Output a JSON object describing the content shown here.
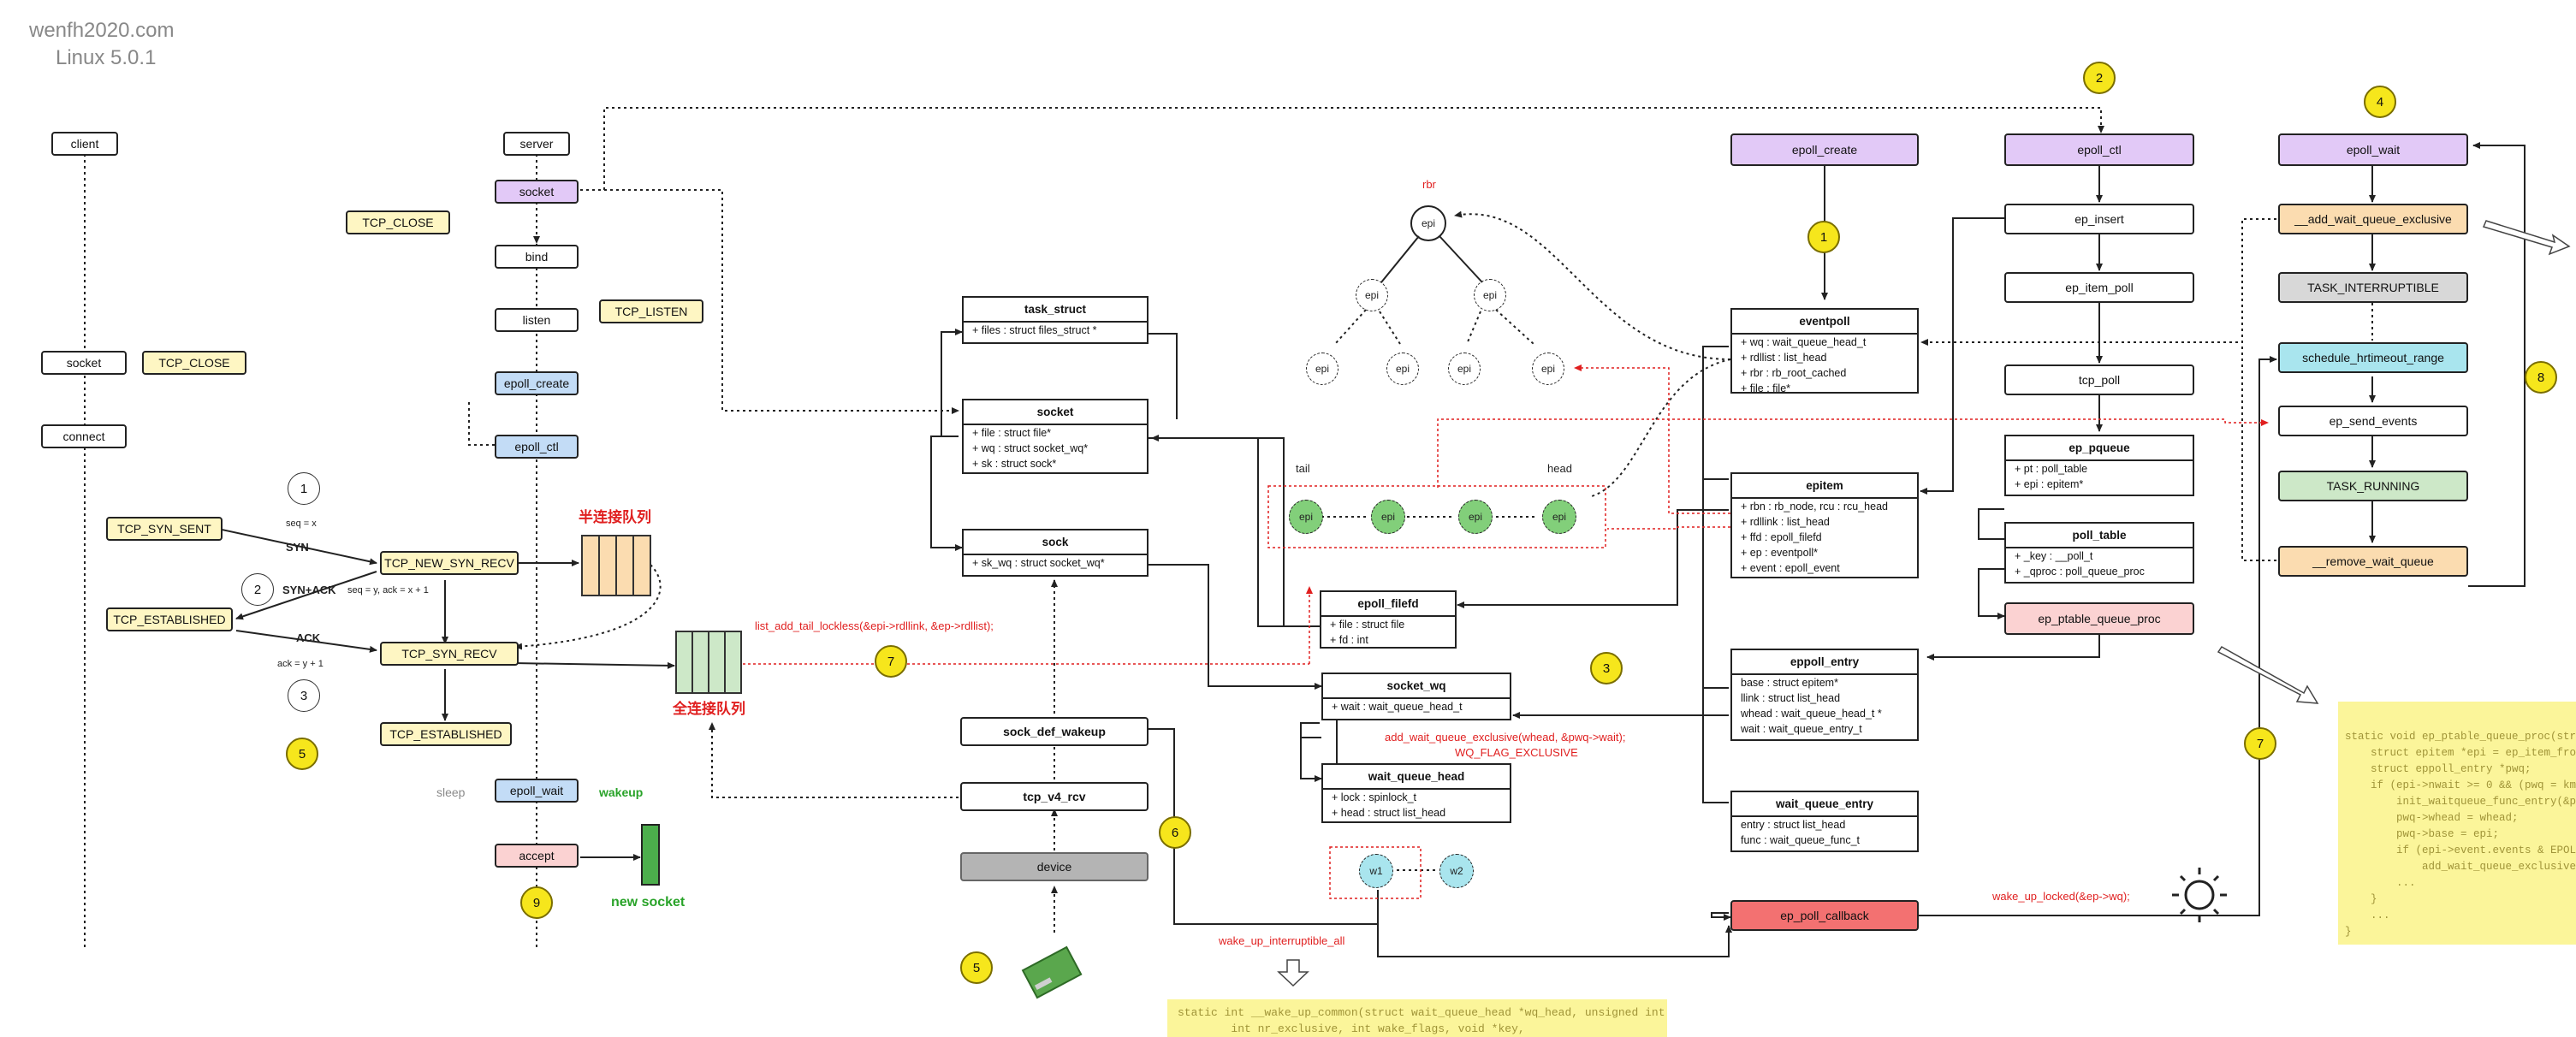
{
  "watermark": {
    "site": "wenfh2020.com",
    "kernel": "Linux 5.0.1"
  },
  "client": {
    "title": "client",
    "socket": "socket",
    "connect": "connect"
  },
  "server": {
    "title": "server",
    "socket": "socket",
    "bind": "bind",
    "listen": "listen",
    "epoll_create": "epoll_create",
    "epoll_ctl": "epoll_ctl",
    "epoll_wait": "epoll_wait",
    "accept": "accept"
  },
  "states": {
    "tcp_close_1": "TCP_CLOSE",
    "tcp_close_2": "TCP_CLOSE",
    "tcp_listen": "TCP_LISTEN",
    "syn_sent": "TCP_SYN_SENT",
    "established_client": "TCP_ESTABLISHED",
    "new_syn_recv": "TCP_NEW_SYN_RECV",
    "syn_recv": "TCP_SYN_RECV",
    "established_server": "TCP_ESTABLISHED"
  },
  "handshake": {
    "seq": "seq = x",
    "syn": "SYN",
    "syn_ack": "SYN+ACK",
    "seq_ack": "seq = y, ack = x + 1",
    "ack": "ACK",
    "ack_val": "ack = y + 1"
  },
  "queues": {
    "half": "半连接队列",
    "full": "全连接队列"
  },
  "labels": {
    "sleep": "sleep",
    "wakeup": "wakeup",
    "new_socket": "new socket",
    "rbr": "rbr",
    "tail": "tail",
    "head": "head",
    "list_add": "list_add_tail_lockless(&epi->rdllink, &ep->rdllist);",
    "add_wait": "add_wait_queue_exclusive(whead, &pwq->wait);",
    "wq_flag": "WQ_FLAG_EXCLUSIVE",
    "wake_interruptible": "wake_up_interruptible_all",
    "wake_locked": "wake_up_locked(&ep->wq);",
    "epi": "epi",
    "w1": "w1",
    "w2": "w2"
  },
  "numbers": {
    "n1": "1",
    "n2": "2",
    "n3": "3",
    "n4": "4",
    "n5": "5",
    "n6": "6",
    "n7": "7",
    "n8": "8",
    "n9": "9"
  },
  "kernel": {
    "task_struct": {
      "title": "task_struct",
      "fields": [
        "+ files : struct files_struct *"
      ]
    },
    "socket": {
      "title": "socket",
      "fields": [
        "+ file :  struct file*",
        "+ wq : struct socket_wq*",
        "+ sk : struct sock*"
      ]
    },
    "sock": {
      "title": "sock",
      "fields": [
        "+ sk_wq : struct socket_wq*"
      ]
    },
    "sock_def_wakeup": "sock_def_wakeup",
    "tcp_v4_rcv": "tcp_v4_rcv",
    "device": "device",
    "epoll_filefd": {
      "title": "epoll_filefd",
      "fields": [
        "+ file : struct file",
        "+ fd : int"
      ]
    },
    "socket_wq": {
      "title": "socket_wq",
      "fields": [
        "+ wait : wait_queue_head_t"
      ]
    },
    "wait_queue_head": {
      "title": "wait_queue_head",
      "fields": [
        "+ lock : spinlock_t",
        "+ head : struct list_head"
      ]
    }
  },
  "epoll": {
    "epoll_create": "epoll_create",
    "eventpoll": {
      "title": "eventpoll",
      "fields": [
        "+ wq : wait_queue_head_t",
        "+ rdllist : list_head",
        "+ rbr : rb_root_cached",
        "+ file : file*"
      ]
    },
    "epitem": {
      "title": "epitem",
      "fields": [
        "+ rbn : rb_node, rcu : rcu_head",
        "+ rdllink : list_head",
        "+ ffd : epoll_filefd",
        "+ ep : eventpoll*",
        "+ event : epoll_event"
      ]
    },
    "eppoll_entry": {
      "title": "eppoll_entry",
      "fields": [
        "base : struct epitem*",
        "llink : struct list_head",
        "whead : wait_queue_head_t *",
        "wait : wait_queue_entry_t"
      ]
    },
    "wait_queue_entry": {
      "title": "wait_queue_entry",
      "fields": [
        "entry : struct list_head",
        "func : wait_queue_func_t"
      ]
    },
    "ep_poll_callback": "ep_poll_callback",
    "epoll_ctl": "epoll_ctl",
    "ep_insert": "ep_insert",
    "ep_item_poll": "ep_item_poll",
    "tcp_poll": "tcp_poll",
    "ep_pqueue": {
      "title": "ep_pqueue",
      "fields": [
        "+ pt : poll_table",
        "+ epi : epitem*"
      ]
    },
    "poll_table": {
      "title": "poll_table",
      "fields": [
        "+ _key : __poll_t",
        "+ _qproc : poll_queue_proc"
      ]
    },
    "ep_ptable_queue_proc": "ep_ptable_queue_proc",
    "epoll_wait": "epoll_wait",
    "add_wait_queue_exclusive": "__add_wait_queue_exclusive",
    "task_interruptible": "TASK_INTERRUPTIBLE",
    "schedule_hrtimeout_range": "schedule_hrtimeout_range",
    "ep_send_events": "ep_send_events",
    "task_running": "TASK_RUNNING",
    "remove_wait_queue": "__remove_wait_queue"
  },
  "code_notes": {
    "wake_up_common": "static int __wake_up_common(struct wait_queue_head *wq_head, unsigned int mode,\n        int nr_exclusive, int wake_flags, void *key,",
    "ptable_queue_proc": "static void ep_ptable_queue_proc(struct\n    struct epitem *epi = ep_item_from_ep\n    struct eppoll_entry *pwq;\n    if (epi->nwait >= 0 && (pwq = kmem_cac\n        init_waitqueue_func_entry(&pwq->w\n        pwq->whead = whead;\n        pwq->base = epi;\n        if (epi->event.events & EPOLLEXCLU\n            add_wait_queue_exclusive(whead\n        ...\n    }\n    ...\n}"
  },
  "colors": {
    "purple": "#e2c9f7",
    "blue": "#c3dcf6",
    "pink": "#fbd2d2",
    "orange": "#fbdcb0",
    "grey": "#d8d8d8",
    "cyan": "#a9e5ee",
    "green": "#cde8c8",
    "yellow_state": "#fef6c3",
    "callback_red": "#f37171",
    "epi_green": "#82cf7a",
    "note_yellow": "#fbf59a"
  }
}
